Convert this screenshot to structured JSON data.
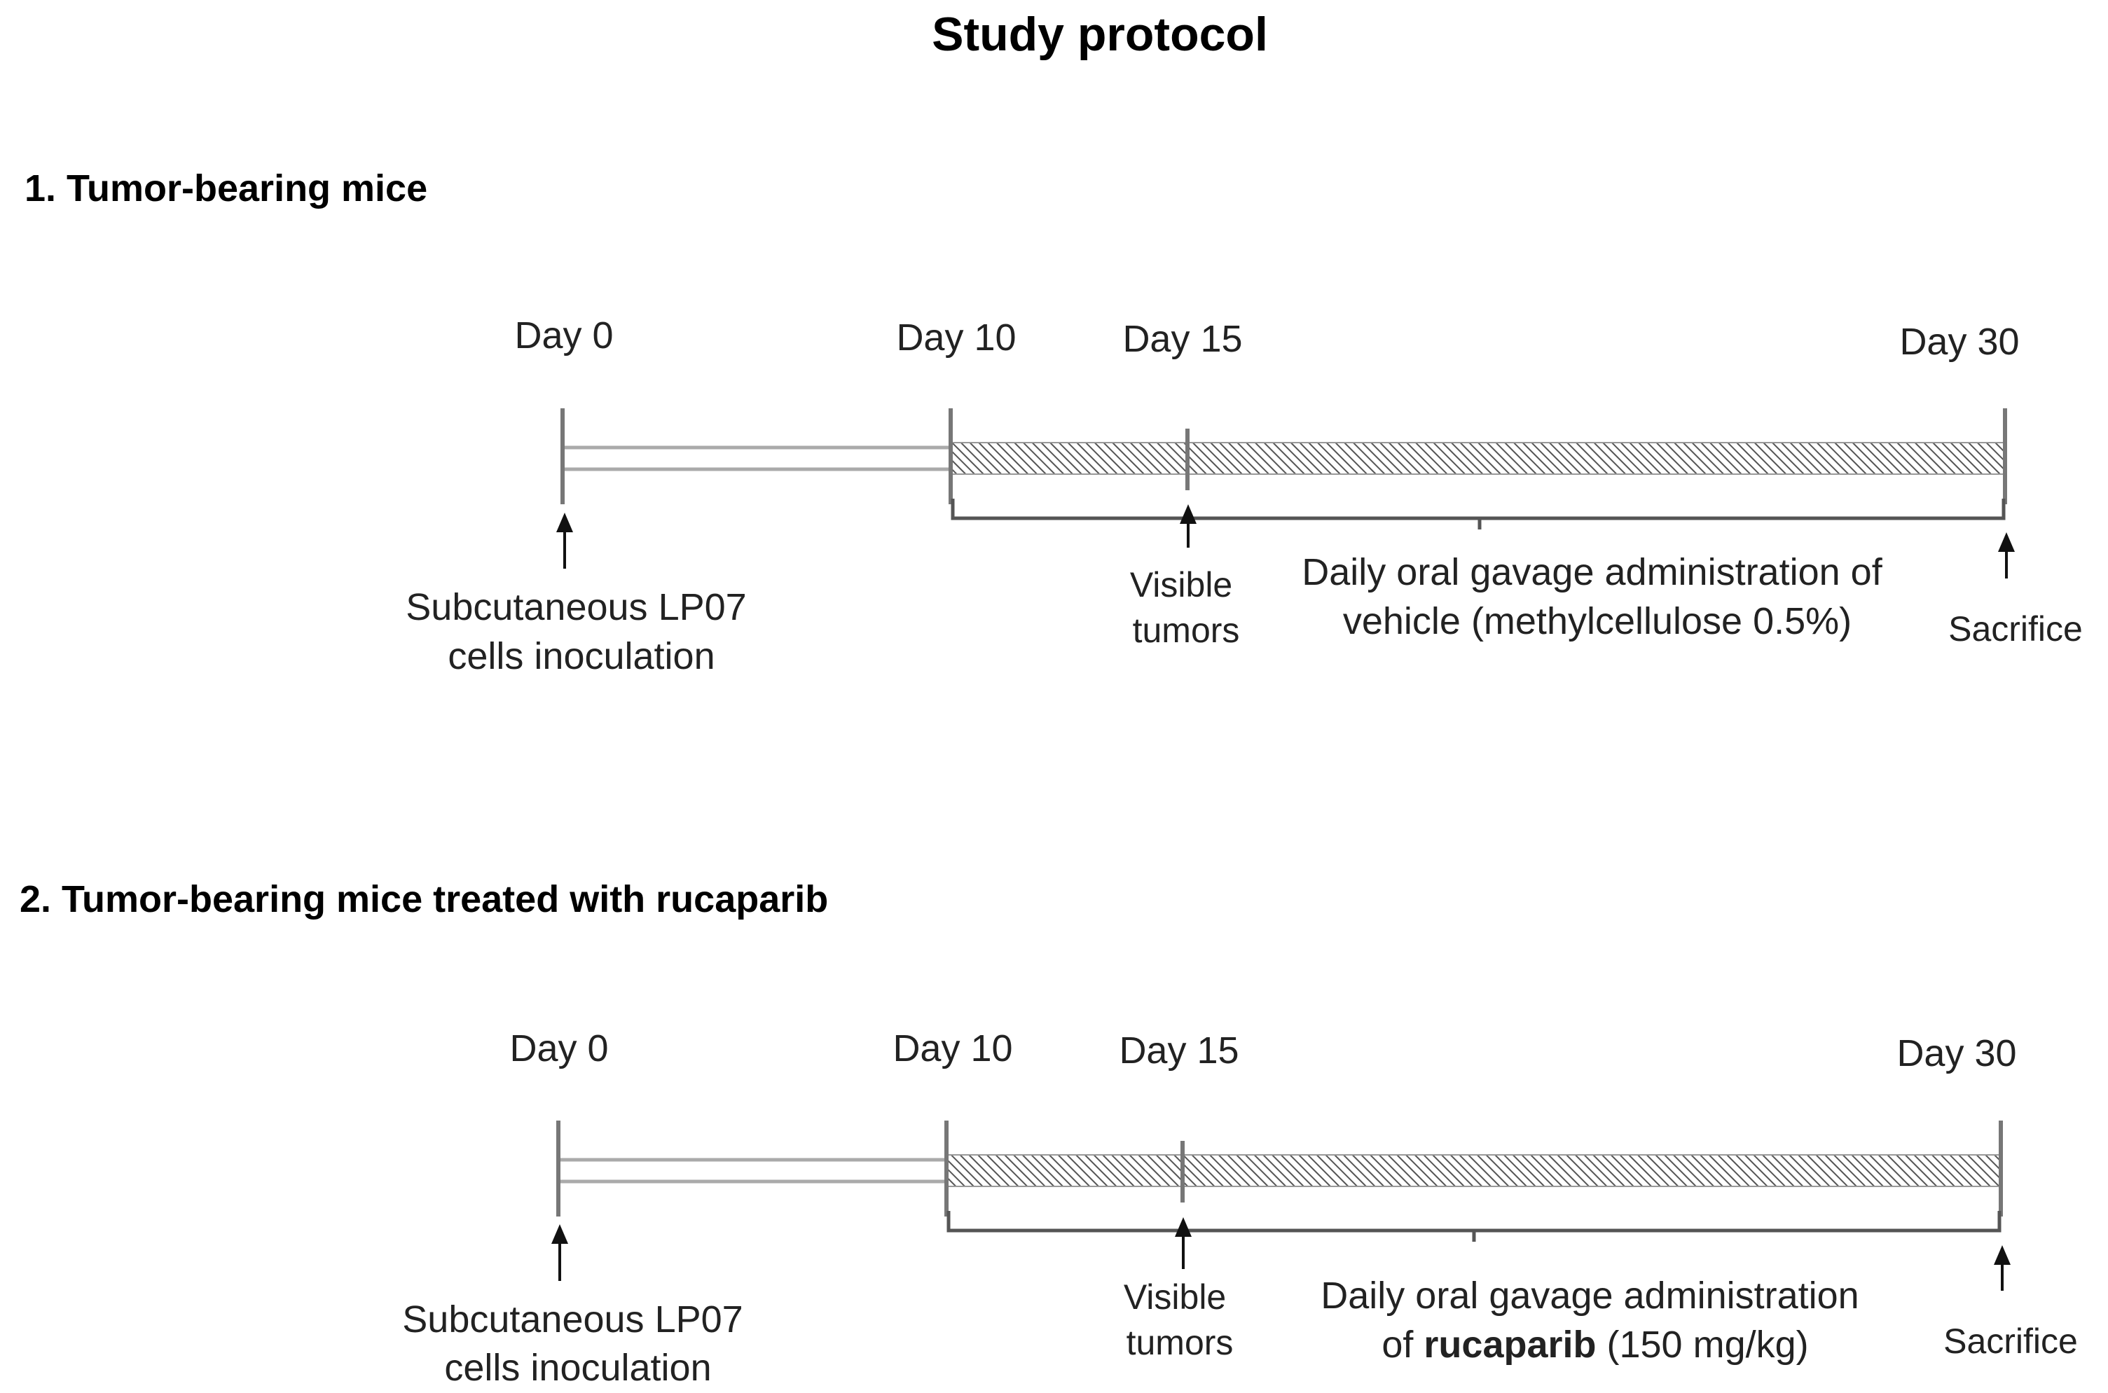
{
  "title": "Study protocol",
  "protocols": [
    {
      "heading": "1. Tumor-bearing mice",
      "timepoints": [
        "Day 0",
        "Day 10",
        "Day 15",
        "Day 30"
      ],
      "events": {
        "inoculation": [
          "Subcutaneous  LP07",
          "cells inoculation"
        ],
        "visible": [
          "Visible",
          "tumors"
        ],
        "sacrifice": "Sacrifice"
      },
      "treatment": {
        "line1": "Daily oral gavage administration  of",
        "line2": "vehicle (methylcellulose  0.5%)"
      }
    },
    {
      "heading": "2. Tumor-bearing mice treated with rucaparib",
      "timepoints": [
        "Day 0",
        "Day 10",
        "Day 15",
        "Day 30"
      ],
      "events": {
        "inoculation": [
          "Subcutaneous  LP07",
          "cells inoculation"
        ],
        "visible": [
          "Visible",
          "tumors"
        ],
        "sacrifice": "Sacrifice"
      },
      "treatment": {
        "line1": "Daily oral gavage administration",
        "line2_prefix": "of ",
        "line2_bold": "rucaparib",
        "line2_suffix": " (150 mg/kg)"
      }
    }
  ]
}
